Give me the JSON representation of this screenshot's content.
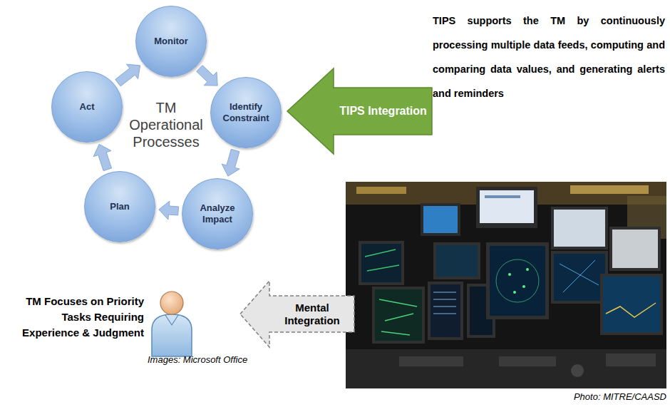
{
  "diagram": {
    "nodes": [
      {
        "text": [
          "Monitor"
        ]
      },
      {
        "text": [
          "Identify Constraint"
        ]
      },
      {
        "text": [
          "Analyze Impact"
        ]
      },
      {
        "text": [
          "Plan"
        ]
      },
      {
        "text": [
          "Act"
        ]
      },
      {
        "text": [
          "TIPS Integration"
        ]
      },
      {
        "text": [
          "Mental Integration"
        ]
      }
    ],
    "edges": [
      {
        "from": 0,
        "to": 1,
        "arrow": "to"
      },
      {
        "from": 1,
        "to": 2,
        "arrow": "to"
      },
      {
        "from": 2,
        "to": 3,
        "arrow": "to"
      },
      {
        "from": 3,
        "to": 4,
        "arrow": "to"
      },
      {
        "from": 4,
        "to": 0,
        "arrow": "to"
      }
    ],
    "labels": [
      "TM Operational Processes",
      "TIPS supports the TM by continuously processing multiple data feeds, computing and comparing data values, and generating alerts and reminders",
      "TM Focuses on Priority Tasks Requiring Experience & Judgment",
      "Images: Microsoft Office",
      "Photo: MITRE/CAASD"
    ]
  }
}
